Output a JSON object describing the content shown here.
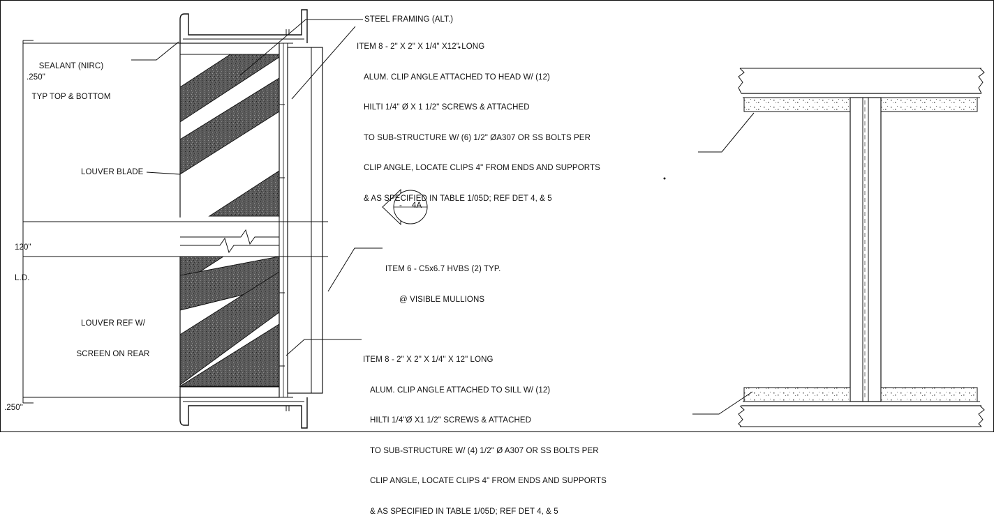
{
  "labels": {
    "steel_framing": "STEEL FRAMING (ALT.)",
    "sealant_line1": "SEALANT (NIRC)",
    "sealant_line2": "TYP TOP & BOTTOM",
    "dim_top": ".250\"",
    "dim_bottom": ".250\"",
    "opening_line1": "120\"",
    "opening_line2": "L.D.",
    "louver_blade": "LOUVER BLADE",
    "louver_ref_line1": "LOUVER REF W/",
    "louver_ref_line2": "SCREEN ON REAR",
    "section_callout": "4A",
    "section_dash": "-",
    "item6_line1": "ITEM 6 - C5x6.7 HVBS (2) TYP.",
    "item6_line2": "@ VISIBLE MULLIONS"
  },
  "item8_head": [
    "ITEM 8 -  2\" X 2\" X 1/4\" X12\" LONG",
    "ALUM. CLIP ANGLE ATTACHED TO HEAD W/ (12)",
    "HILTI 1/4\" Ø X 1 1/2\" SCREWS & ATTACHED",
    "TO SUB-STRUCTURE W/ (6) 1/2\" ØA307 OR SS BOLTS PER",
    "CLIP ANGLE, LOCATE CLIPS 4\" FROM ENDS AND SUPPORTS",
    "& AS SPECIFIED IN TABLE 1/05D;  REF DET 4, & 5"
  ],
  "item8_sill": [
    "ITEM 8 - 2\" X 2\" X 1/4\" X 12\" LONG",
    "ALUM. CLIP ANGLE ATTACHED TO SILL W/ (12)",
    "HILTI  1/4\"Ø X1 1/2\" SCREWS & ATTACHED",
    "TO SUB-STRUCTURE W/ (4) 1/2\" Ø A307 OR SS BOLTS PER",
    "CLIP ANGLE, LOCATE CLIPS 4\" FROM ENDS AND SUPPORTS",
    "& AS SPECIFIED IN TABLE 1/05D;  REF DET 4, & 5"
  ]
}
